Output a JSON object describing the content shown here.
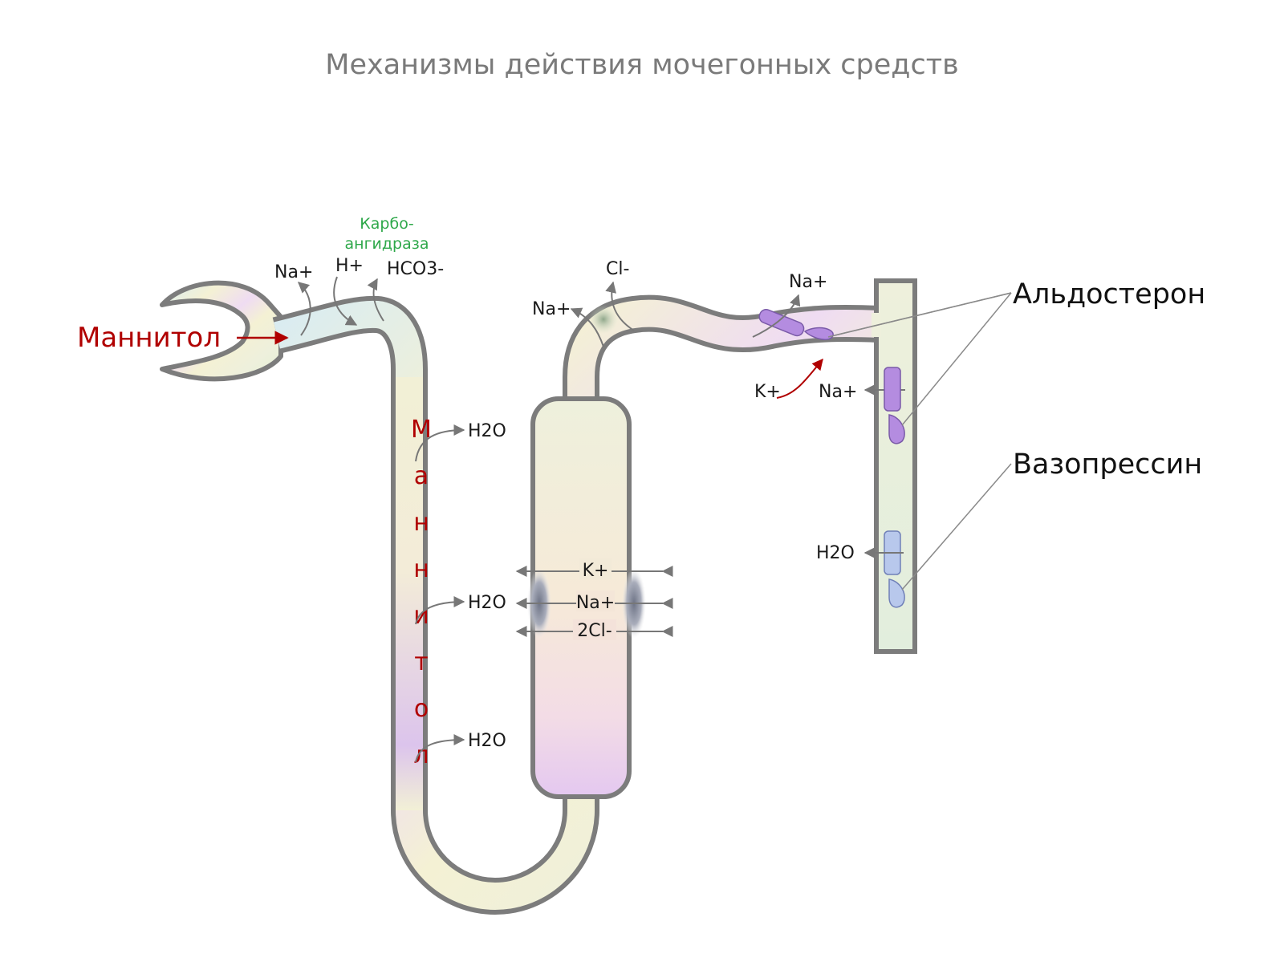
{
  "title": "Механизмы действия мочегонных средств",
  "colors": {
    "outline": "#7c7c7c",
    "mannitol": "#b00000",
    "enzyme": "#2ea84a",
    "arrow": "#777777",
    "aldosterone_receptor": "#b48ce0",
    "vasopressin_receptor": "#b8c8ec"
  },
  "labels": {
    "mannitol": "Маннитол",
    "mannitol_vertical": [
      "М",
      "а",
      "н",
      "н",
      "и",
      "т",
      "о",
      "л"
    ],
    "carbonic_anhydrase": [
      "Карбо-",
      "ангидраза"
    ],
    "aldosterone": "Альдостерон",
    "vasopressin": "Вазопрессин"
  },
  "ions": {
    "prox_na": "Na+",
    "prox_h": "H+",
    "prox_hco3": "HCO3-",
    "h2o_1": "H2O",
    "h2o_2": "H2O",
    "h2o_3": "H2O",
    "loop_k": "K+",
    "loop_na": "Na+",
    "loop_2cl": "2Cl-",
    "dist_cl": "Cl-",
    "dist_na": "Na+",
    "ald_na_top": "Na+",
    "ald_k": "K+",
    "ald_na_side": "Na+",
    "col_h2o": "H2O"
  }
}
